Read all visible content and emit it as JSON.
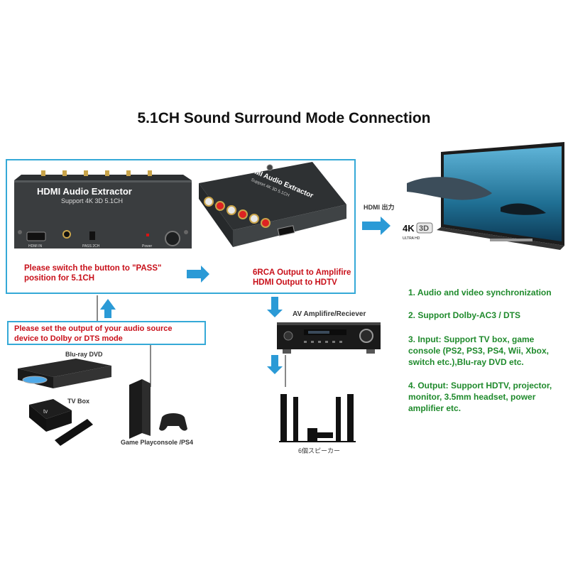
{
  "title": "5.1CH Sound Surround Mode Connection",
  "extractor_front": {
    "name": "HDMI Audio Extractor",
    "sub": "Support 4K 3D 5.1CH",
    "port_hdmi_in": "HDMI IN",
    "switch_label": "PASS  2CH",
    "power_label": "Power"
  },
  "extractor_back": {
    "name": "HDMI Audio Extractor",
    "sub": "Support 4K 3D 5.1CH"
  },
  "tv": {
    "badge_4k": "4K",
    "badge_3d": "3D",
    "ultra": "ULTRA HD"
  },
  "notes": {
    "switch_note_1": "Please switch the button to \"PASS\"",
    "switch_note_2": "position for 5.1CH",
    "output_note_1": "6RCA Output to Amplifire",
    "output_note_2": "HDMI Output to HDTV",
    "source_note_1": "Please set the output of your audio source",
    "source_note_2": "device to Dolby or DTS mode"
  },
  "labels": {
    "hdmi_out": "HDMI 出力",
    "amplifier": "AV Amplifire/Reciever",
    "bluray": "Blu-ray DVD",
    "tvbox": "TV Box",
    "console": "Game Playconsole /PS4",
    "speakers": "6個スピーカー"
  },
  "appletv_mark": "tv",
  "features": [
    "1. Audio and video synchronization",
    "2. Support Dolby-AC3 / DTS",
    "3. Input: Support TV box, game console (PS2, PS3, PS4, Wii, Xbox, switch etc.),Blu-ray DVD etc.",
    "4. Output: Support HDTV, projector, monitor, 3.5mm headset, power amplifier etc."
  ],
  "colors": {
    "frame": "#35a9d7",
    "arrow": "#2b9ad6",
    "red": "#c8101a",
    "green": "#1f8a2c"
  }
}
